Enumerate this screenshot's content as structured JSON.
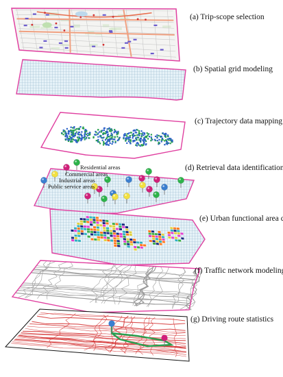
{
  "layers": [
    {
      "id": "a",
      "label": "(a) Trip-scope selection"
    },
    {
      "id": "b",
      "label": "(b) Spatial grid modeling"
    },
    {
      "id": "c",
      "label": "(c) Trajectory data mapping"
    },
    {
      "id": "d",
      "label": "(d) Retrieval data identification"
    },
    {
      "id": "e",
      "label": "(e) Urban functional area clustering"
    },
    {
      "id": "f",
      "label": "(f) Traffic network modeling"
    },
    {
      "id": "g",
      "label": "(g) Driving route statistics"
    }
  ],
  "poi_legend": {
    "residential": "Residential areas",
    "commercial": "Commercial areas",
    "industrial": "Industrial areas",
    "public": "Public service areas"
  },
  "colors": {
    "boundary": "#e040a0",
    "grid": "#8fb4c8",
    "grid_fill": "#e6f2f8",
    "trajectory_blue": "#2a5fc8",
    "trajectory_green": "#28a050",
    "road_red": "#d43030",
    "road_gray": "#9a9a9a",
    "poi_green": "#2db34a",
    "poi_magenta": "#d0207a",
    "poi_yellow": "#f2e040",
    "poi_blue": "#3a7fd0",
    "cluster_colors": [
      "#1a2a80",
      "#3fb04a",
      "#e0d040",
      "#e040d0",
      "#ff7a20",
      "#30b0c0"
    ]
  }
}
